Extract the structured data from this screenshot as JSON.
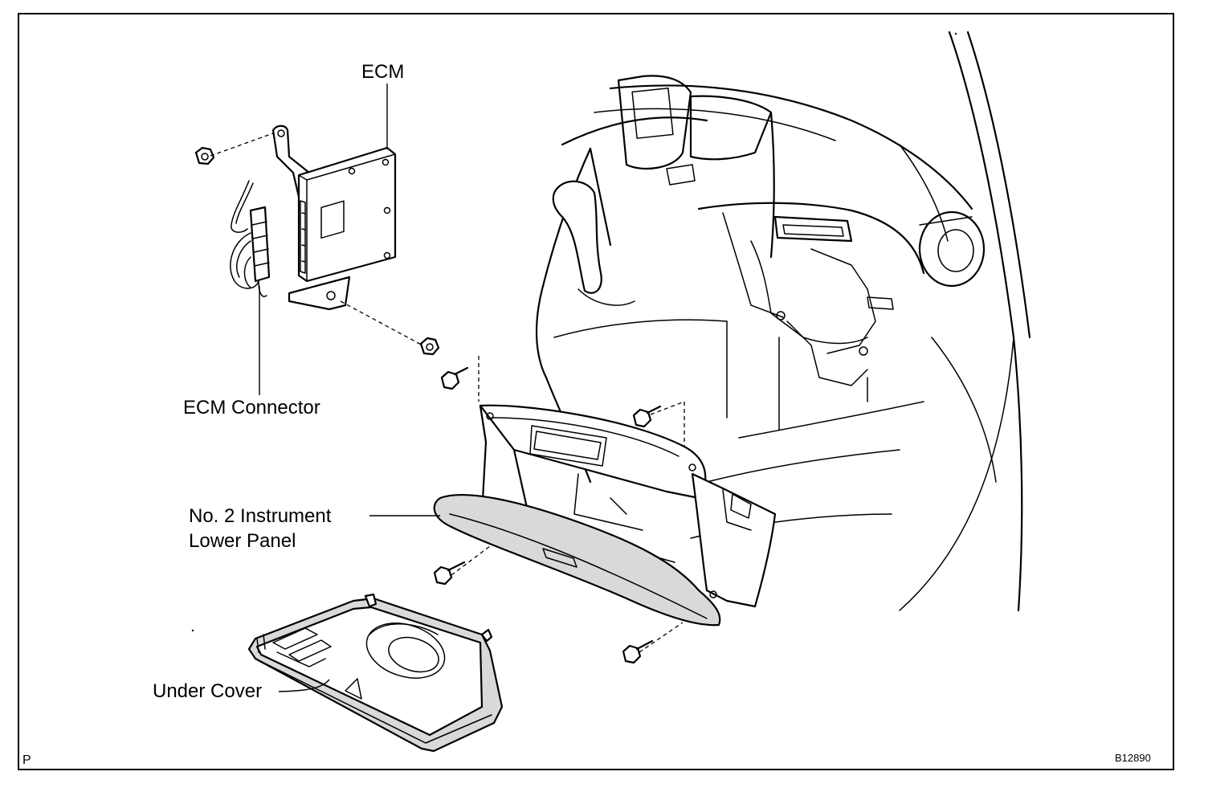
{
  "labels": {
    "ecm": "ECM",
    "ecm_connector": "ECM Connector",
    "lower_panel_line1": "No. 2 Instrument",
    "lower_panel_line2": "Lower Panel",
    "under_cover": "Under Cover"
  },
  "corner_marks": {
    "left": "P",
    "right": "B12890"
  }
}
